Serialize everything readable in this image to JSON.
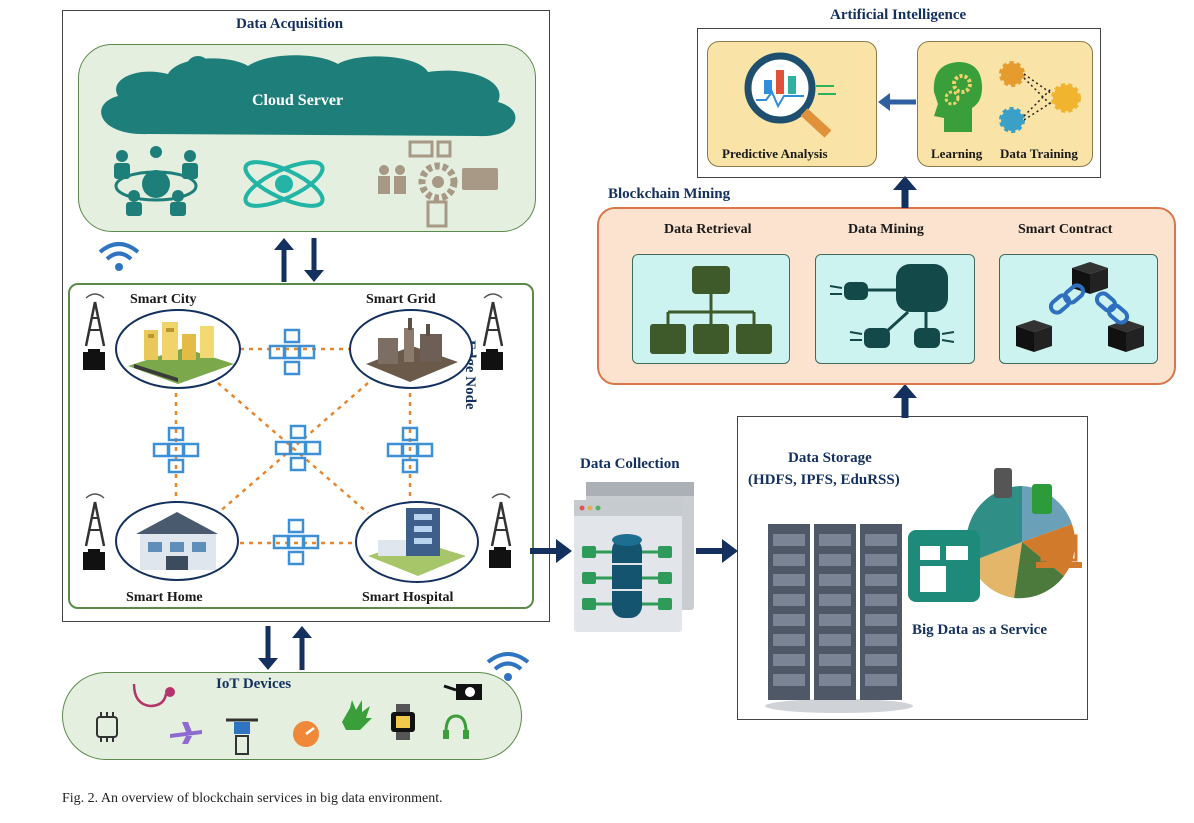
{
  "acquisition": {
    "title": "Data Acquisition",
    "cloud_label": "Cloud Server"
  },
  "edge": {
    "label": "Edge Node",
    "nodes": {
      "city": "Smart City",
      "grid": "Smart Grid",
      "home": "Smart Home",
      "hospital": "Smart Hospital"
    }
  },
  "iot": {
    "label": "IoT Devices"
  },
  "collection": {
    "label": "Data Collection"
  },
  "storage": {
    "title": "Data Storage",
    "subtitle": "(HDFS, IPFS, EduRSS)",
    "service": "Big Data as a Service"
  },
  "mining": {
    "title": "Blockchain Mining",
    "items": [
      "Data Retrieval",
      "Data Mining",
      "Smart Contract"
    ]
  },
  "ai": {
    "title": "Artificial Intelligence",
    "predictive": "Predictive Analysis",
    "learning": "Learning",
    "training": "Data Training"
  },
  "caption": "Fig. 2.  An overview of blockchain services in big data environment.",
  "colors": {
    "navy": "#13305f",
    "teal": "#1e7f7a",
    "green_border": "#5b8a4a",
    "orange_dash": "#e8862f",
    "blockchain_blue": "#3d8fd6",
    "mining_fill": "#fbe3cf",
    "mining_border": "#d9774a",
    "ai_panel": "#f9e3a6"
  }
}
